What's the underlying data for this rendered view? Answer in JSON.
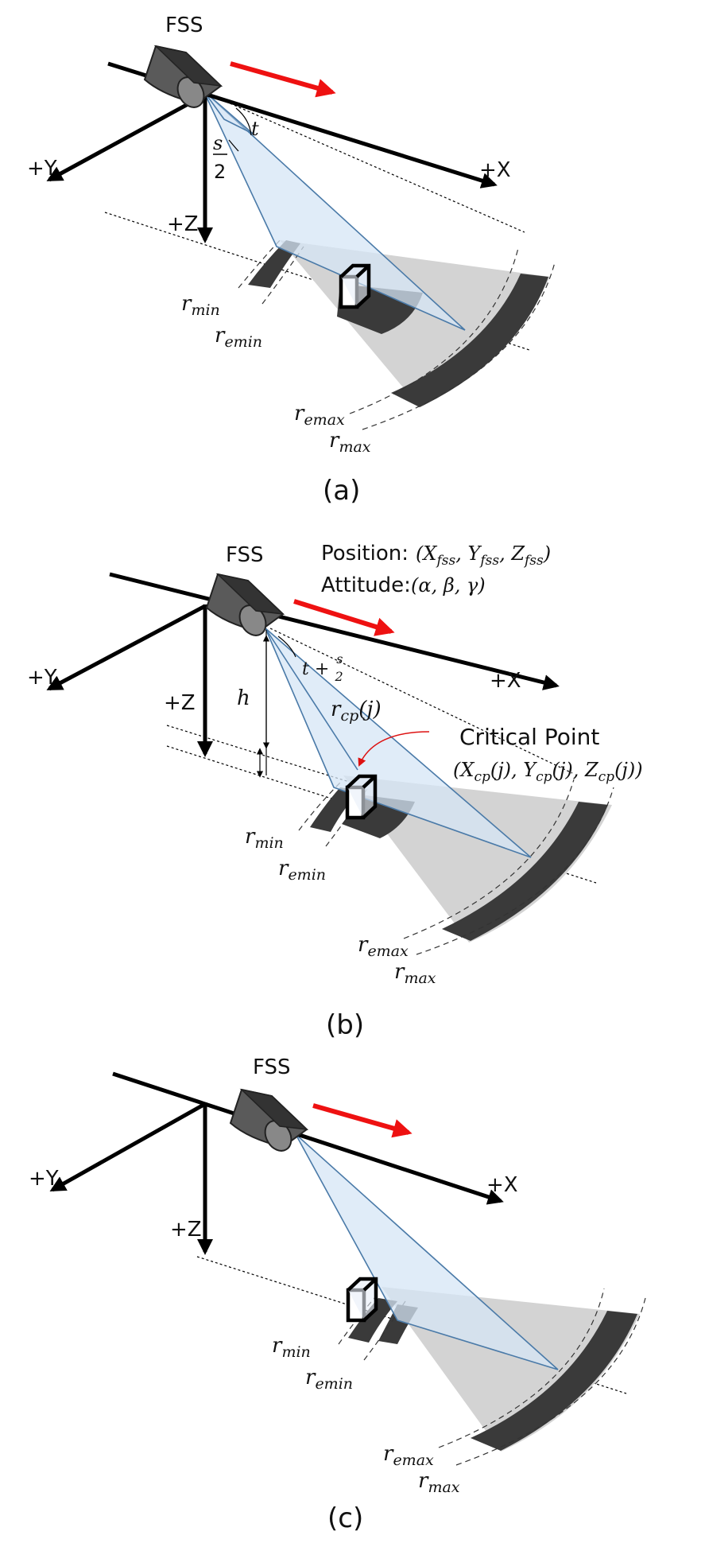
{
  "panels": [
    {
      "caption": "(a)",
      "sensor_label": "FSS",
      "axes": {
        "x": "+X",
        "y": "+Y",
        "z": "+Z"
      },
      "angle_t": "t",
      "angle_s_num": "s",
      "angle_s_den": "2",
      "ranges": {
        "rmin": "r",
        "rmin_sub": "min",
        "remin": "r",
        "remin_sub": "emin",
        "remax": "r",
        "remax_sub": "emax",
        "rmax": "r",
        "rmax_sub": "max"
      }
    },
    {
      "caption": "(b)",
      "sensor_label": "FSS",
      "axes": {
        "x": "+X",
        "y": "+Y",
        "z": "+Z"
      },
      "position_label": "Position:",
      "position_value": "(X_fss, Y_fss, Z_fss)",
      "attitude_label": "Attitude:",
      "attitude_value": "(α, β, γ)",
      "angle_expr": "t + s/2",
      "height": "h",
      "rcp": "r",
      "rcp_sub": "cp",
      "rcp_arg": "(j)",
      "critical_point_label": "Critical Point",
      "critical_point_value": "(X_cp(j), Y_cp(j), Z_cp(j))",
      "ranges": {
        "rmin": "r",
        "rmin_sub": "min",
        "remin": "r",
        "remin_sub": "emin",
        "remax": "r",
        "remax_sub": "emax",
        "rmax": "r",
        "rmax_sub": "max"
      }
    },
    {
      "caption": "(c)",
      "sensor_label": "FSS",
      "axes": {
        "x": "+X",
        "y": "+Y",
        "z": "+Z"
      },
      "ranges": {
        "rmin": "r",
        "rmin_sub": "min",
        "remin": "r",
        "remin_sub": "emin",
        "remax": "r",
        "remax_sub": "emax",
        "rmax": "r",
        "rmax_sub": "max"
      }
    }
  ],
  "colors": {
    "motion_arrow": "#ee1111",
    "beam_fill": "#d6e5f5",
    "beam_edge": "#4a7aa8",
    "scan_area": "#d3d3d3",
    "dead_zone": "#3a3a3a"
  }
}
